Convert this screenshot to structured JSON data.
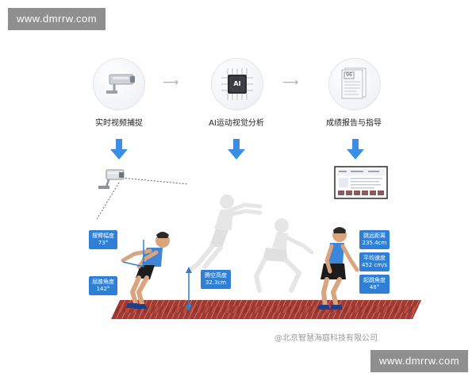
{
  "watermark": {
    "top": "www.dmrrw.com",
    "bottom": "www.dmrrw.com"
  },
  "flow": {
    "steps": [
      {
        "label": "实时视频捕捉",
        "icon": "security-camera-icon"
      },
      {
        "label": "AI运动视觉分析",
        "icon": "ai-chip-icon"
      },
      {
        "label": "成绩报告与指导",
        "icon": "report-document-icon"
      }
    ],
    "chip_text": "AI",
    "report_score": "96"
  },
  "measurements": {
    "arm_angle": {
      "title": "摆臂幅度",
      "value": "73°"
    },
    "knee_angle": {
      "title": "屈膝角度",
      "value": "142°"
    },
    "jump_height": {
      "title": "腾空高度",
      "value": "32.3cm"
    },
    "jump_distance": {
      "title": "跳远距离",
      "value": "235.4cm"
    },
    "avg_speed": {
      "title": "平均速度",
      "value": "452 cm/s"
    },
    "takeoff_angle": {
      "title": "起跳角度",
      "value": "48°"
    }
  },
  "company": "@北京智慧海庭科技有限公司",
  "colors": {
    "accent_blue": "#2f7fd6",
    "arrow_blue": "#3a8ee6",
    "track_red": "#a33a32",
    "shirt_blue": "#3e86d8",
    "shorts_black": "#1c1c1c"
  }
}
